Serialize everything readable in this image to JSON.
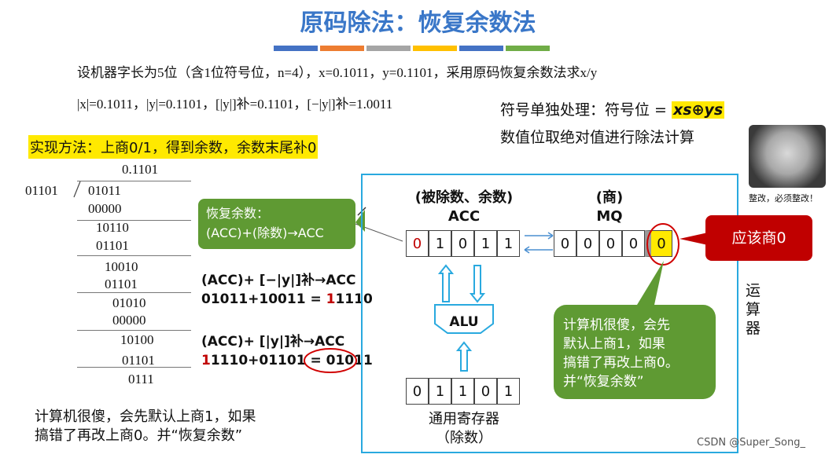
{
  "title": "原码除法：恢复余数法",
  "stripe_colors": [
    "#4472c4",
    "#ed7d31",
    "#a5a5a5",
    "#ffc000",
    "#4472c4",
    "#70ad47"
  ],
  "problem": "设机器字长为5位（含1位符号位，n=4），x=0.1011，y=0.1101，采用原码恢复余数法求x/y",
  "abs_values": "|x|=0.1011，|y|=0.1101，[|y|]补=0.1101，[−|y|]补=1.0011",
  "sign_note": "符号单独处理：符号位 =",
  "sign_formula": "xs⊕ys",
  "magnitude_note": "数值位取绝对值进行除法计算",
  "method": "实现方法：上商0/1，得到余数，余数末尾补0",
  "long_division": {
    "quotient": "0.1101",
    "divisor": "01101",
    "rows": [
      "01011",
      "00000",
      "10110",
      "01101",
      "10010",
      "01101",
      "01010",
      "00000",
      "10100",
      "01101",
      "0111"
    ]
  },
  "restore_callout": {
    "line1": "恢复余数：",
    "line2": "(ACC)+(除数)→ACC"
  },
  "step1": {
    "line1": "(ACC)+ [−|y|]补→ACC",
    "line2a": "01011+10011 = ",
    "line2b": "1",
    "line2c": "1110"
  },
  "step2": {
    "line1": "(ACC)+ [|y|]补→ACC",
    "line2a": "1",
    "line2b": "1110+01101 = ",
    "line2c": "01011"
  },
  "acc_label": {
    "line1": "(被除数、余数)",
    "line2": "ACC"
  },
  "mq_label": {
    "line1": "(商)",
    "line2": "MQ"
  },
  "acc_bits": [
    "0",
    "1",
    "0",
    "1",
    "1"
  ],
  "mq_bits": [
    "0",
    "0",
    "0",
    "0",
    "0"
  ],
  "alu_label": "ALU",
  "reg_bits": [
    "0",
    "1",
    "1",
    "0",
    "1"
  ],
  "reg_label": {
    "line1": "通用寄存器",
    "line2": "（除数）"
  },
  "should_quotient": "应该商0",
  "computer_note": {
    "line1": "计算机很傻，会先",
    "line2": "默认上商1，如果",
    "line3": "搞错了再改上商0。",
    "line4": "并“恢复余数”"
  },
  "unit_label": [
    "运",
    "算",
    "器"
  ],
  "meme_caption": "整改，必须整改！",
  "bottom_note": {
    "line1": "计算机很傻，会先默认上商1，如果",
    "line2": "搞错了再改上商0。并“恢复余数”"
  },
  "watermark": "CSDN @Super_Song_"
}
